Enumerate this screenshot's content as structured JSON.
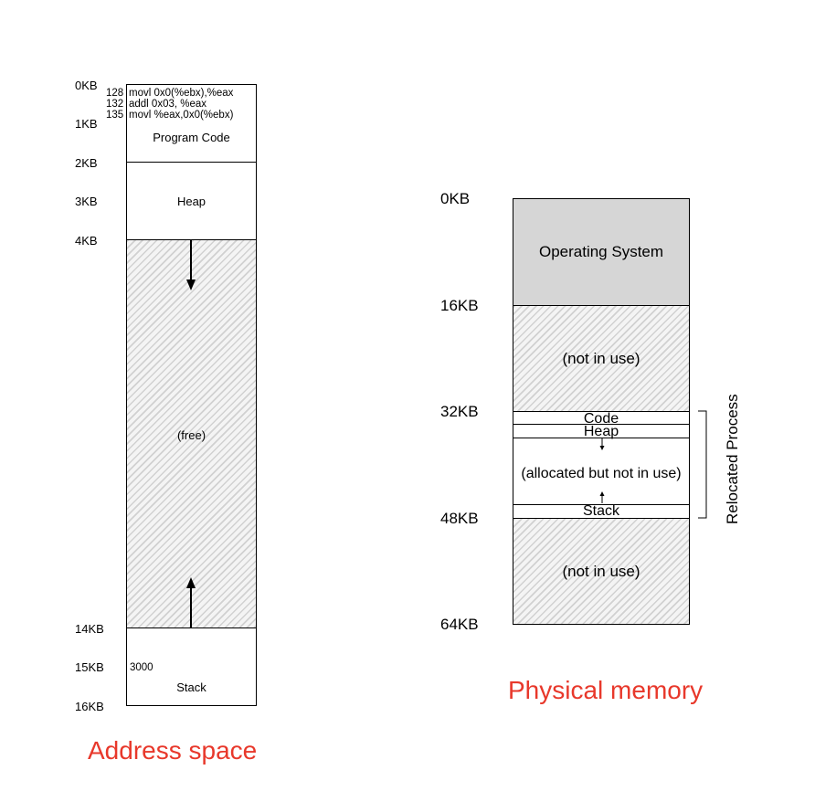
{
  "address_space": {
    "title": "Address space",
    "kb_labels": [
      "0KB",
      "1KB",
      "2KB",
      "3KB",
      "4KB",
      "14KB",
      "15KB",
      "16KB"
    ],
    "instructions": [
      {
        "addr": "128",
        "text": "movl 0x0(%ebx),%eax"
      },
      {
        "addr": "132",
        "text": "addl 0x03, %eax"
      },
      {
        "addr": "135",
        "text": "movl %eax,0x0(%ebx)"
      }
    ],
    "program_code": "Program Code",
    "heap": "Heap",
    "free": "(free)",
    "stack_addr": "3000",
    "stack": "Stack"
  },
  "physical_memory": {
    "title": "Physical memory",
    "kb_labels": [
      "0KB",
      "16KB",
      "32KB",
      "48KB",
      "64KB"
    ],
    "os": "Operating System",
    "not_in_use_1": "(not in use)",
    "code": "Code",
    "heap": "Heap",
    "allocated": "(allocated but not in use)",
    "stack": "Stack",
    "not_in_use_2": "(not in use)",
    "relocated_process": "Relocated Process"
  }
}
